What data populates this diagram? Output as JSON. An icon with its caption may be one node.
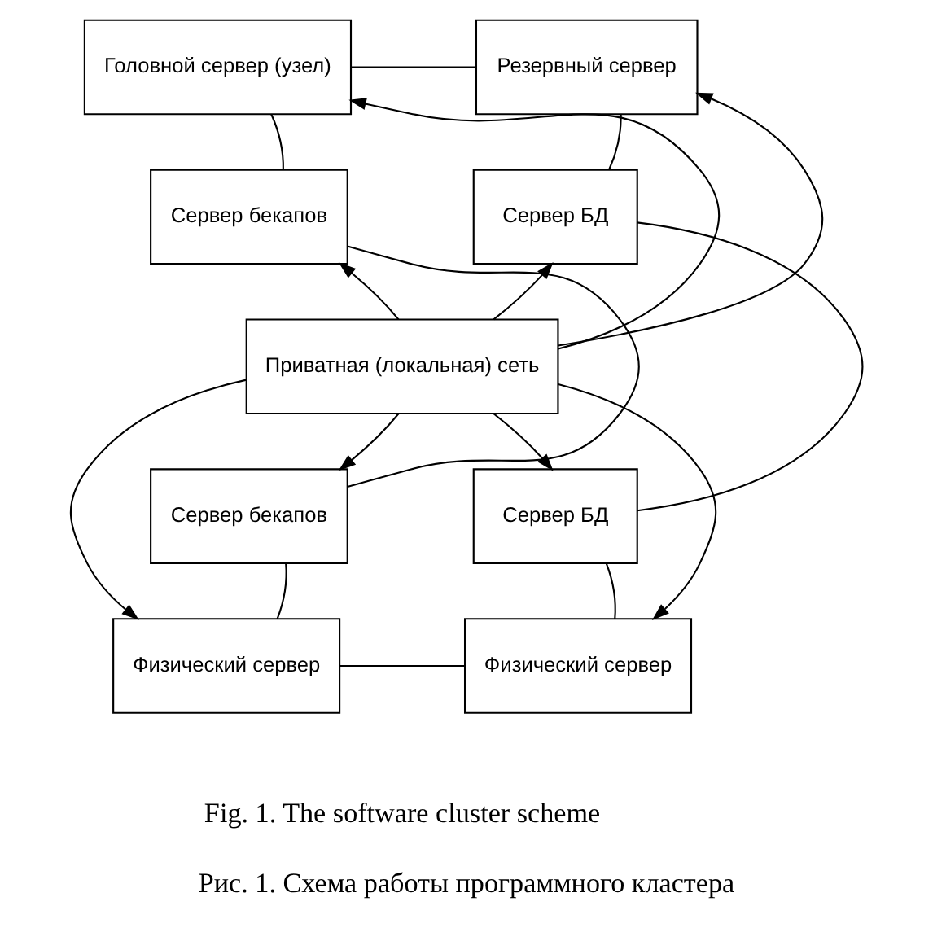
{
  "diagram": {
    "caption": "Рис. 1. Схема работы программного кластера",
    "nodes": [
      {
        "text": [
          "Головной сервер (узел)"
        ]
      },
      {
        "text": [
          "Резервный сервер"
        ]
      },
      {
        "text": [
          "Сервер бекапов"
        ]
      },
      {
        "text": [
          "Сервер БД"
        ]
      },
      {
        "text": [
          "Приватная (локальная) сеть"
        ]
      },
      {
        "text": [
          "Сервер бекапов"
        ]
      },
      {
        "text": [
          "Сервер БД"
        ]
      },
      {
        "text": [
          "Физический сервер"
        ]
      },
      {
        "text": [
          "Физический сервер"
        ]
      }
    ],
    "edges": [
      {
        "from": 4,
        "to": 0,
        "arrow": "to"
      },
      {
        "from": 4,
        "to": 1,
        "arrow": "to"
      },
      {
        "from": 4,
        "to": 2,
        "arrow": "to"
      },
      {
        "from": 4,
        "to": 3,
        "arrow": "to"
      },
      {
        "from": 4,
        "to": 5,
        "arrow": "to"
      },
      {
        "from": 4,
        "to": 6,
        "arrow": "to"
      },
      {
        "from": 4,
        "to": 7,
        "arrow": "to"
      },
      {
        "from": 4,
        "to": 8,
        "arrow": "to"
      },
      {
        "from": 0,
        "to": 1,
        "arrow": "none"
      },
      {
        "from": 1,
        "to": 3,
        "arrow": "none"
      },
      {
        "from": 3,
        "to": 6,
        "arrow": "none"
      },
      {
        "from": 6,
        "to": 8,
        "arrow": "none"
      },
      {
        "from": 8,
        "to": 7,
        "arrow": "none"
      },
      {
        "from": 7,
        "to": 5,
        "arrow": "none"
      },
      {
        "from": 5,
        "to": 2,
        "arrow": "none"
      },
      {
        "from": 2,
        "to": 0,
        "arrow": "none"
      }
    ],
    "labels": [
      "Fig. 1. The software cluster scheme"
    ]
  }
}
